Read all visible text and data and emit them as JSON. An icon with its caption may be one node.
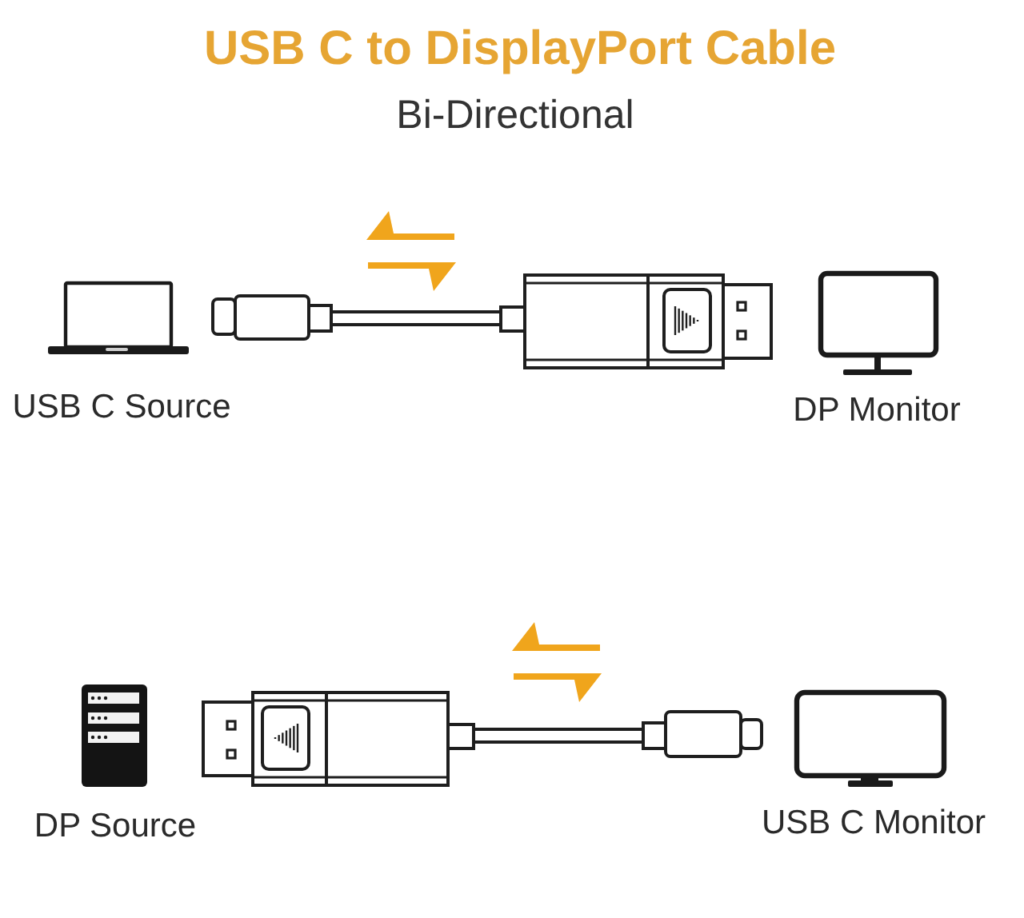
{
  "diagram": {
    "title": "USB C to DisplayPort Cable",
    "nodes": [
      {
        "text": [
          "USB C Source"
        ]
      },
      {
        "text": [
          "DP Monitor"
        ]
      },
      {
        "text": [
          "DP Source"
        ]
      },
      {
        "text": [
          "USB C Monitor"
        ]
      }
    ],
    "labels": [
      "Bi-Directional"
    ]
  }
}
